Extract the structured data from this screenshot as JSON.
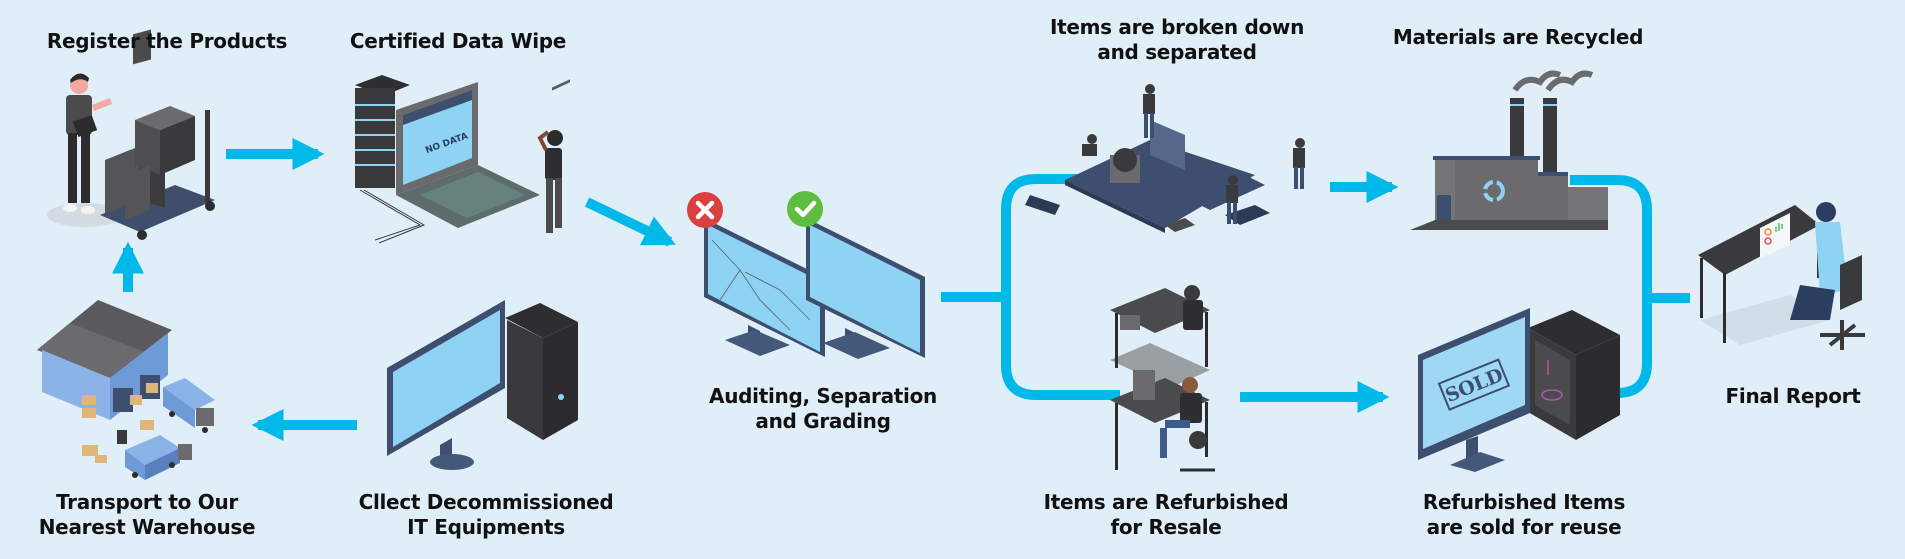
{
  "title": "IT Asset Disposition Process",
  "colors": {
    "background": "#E0EEF8",
    "arrow": "#00B9E8",
    "text": "#111111",
    "reject_badge": "#D9413F",
    "accept_badge": "#5DBE3F",
    "screen": "#8FD3F4",
    "frame": "#3E4E6E",
    "dark_gray": "#3A3A3C",
    "mid_gray": "#6B6B6D"
  },
  "steps": [
    {
      "id": "register",
      "lines": [
        "Register the Products"
      ],
      "icon": "person-with-cart-icon"
    },
    {
      "id": "data-wipe",
      "lines": [
        "Certified Data Wipe"
      ],
      "icon": "server-laptop-icon",
      "screen_text": "NO DATA"
    },
    {
      "id": "auditing",
      "lines": [
        "Auditing, Separation",
        "and Grading"
      ],
      "icon": "monitors-grading-icon",
      "badges": [
        "reject",
        "accept"
      ]
    },
    {
      "id": "broken-down",
      "lines": [
        "Items are broken down",
        "and separated"
      ],
      "icon": "motherboard-disassembly-icon"
    },
    {
      "id": "recycled",
      "lines": [
        "Materials are Recycled"
      ],
      "icon": "recycling-factory-icon"
    },
    {
      "id": "refurbished",
      "lines": [
        "Items are Refurbished",
        "for Resale"
      ],
      "icon": "repair-workbench-icon"
    },
    {
      "id": "sold",
      "lines": [
        "Refurbished Items",
        "are sold for reuse"
      ],
      "icon": "sold-computer-icon",
      "screen_text": "SOLD"
    },
    {
      "id": "final-report",
      "lines": [
        "Final Report"
      ],
      "icon": "person-at-desk-icon"
    },
    {
      "id": "transport",
      "lines": [
        "Transport to Our",
        "Nearest Warehouse"
      ],
      "icon": "warehouse-trucks-icon"
    },
    {
      "id": "collect",
      "lines": [
        "Cllect Decommissioned",
        "IT Equipments"
      ],
      "icon": "desktop-computer-icon"
    }
  ],
  "flow": [
    {
      "from": "collect",
      "to": "transport"
    },
    {
      "from": "transport",
      "to": "register"
    },
    {
      "from": "register",
      "to": "data-wipe"
    },
    {
      "from": "data-wipe",
      "to": "auditing"
    },
    {
      "from": "auditing",
      "to": "broken-down"
    },
    {
      "from": "auditing",
      "to": "refurbished"
    },
    {
      "from": "broken-down",
      "to": "recycled"
    },
    {
      "from": "refurbished",
      "to": "sold"
    },
    {
      "from": "recycled",
      "to": "final-report"
    },
    {
      "from": "sold",
      "to": "final-report"
    }
  ]
}
